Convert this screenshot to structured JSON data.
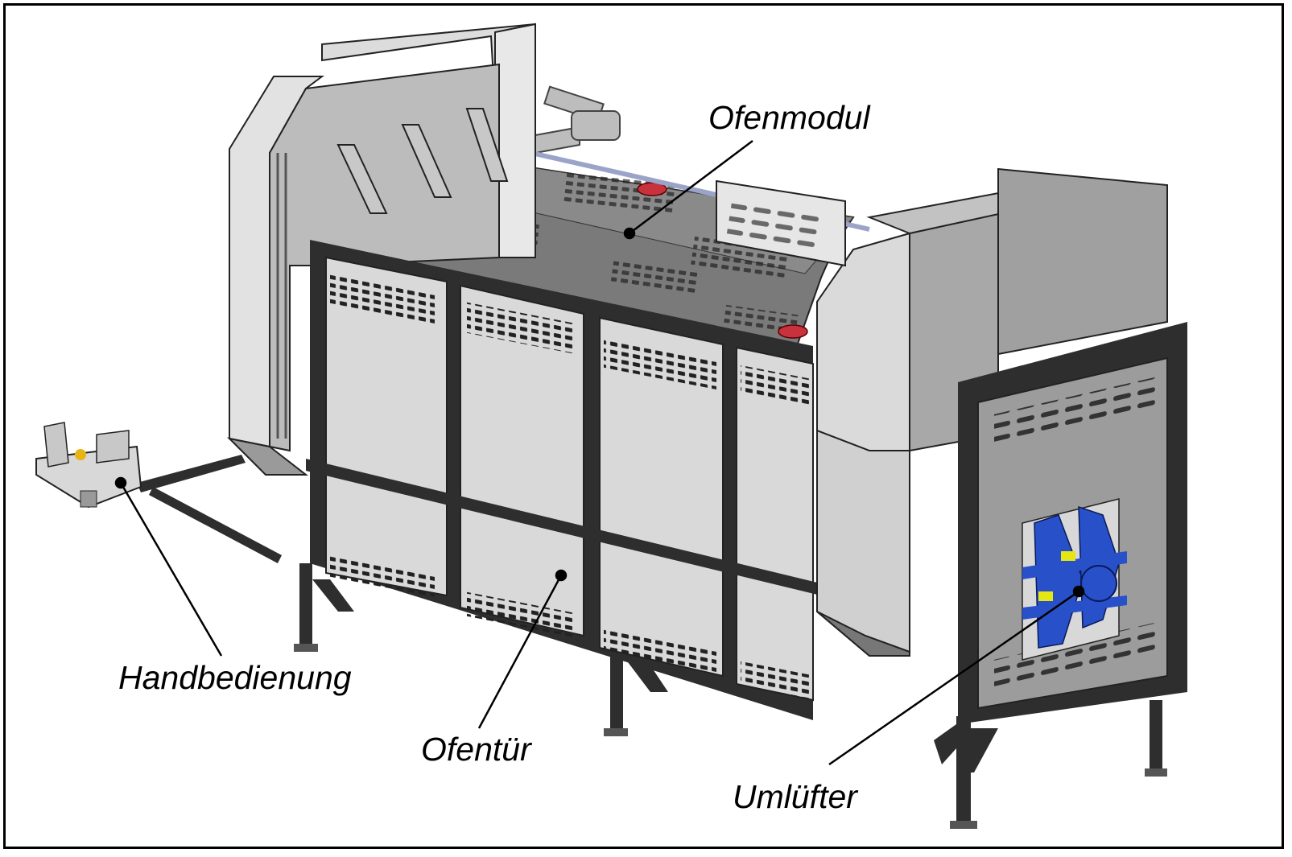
{
  "labels": {
    "oven_module": "Ofenmodul",
    "manual_control": "Handbedienung",
    "oven_door": "Ofentür",
    "circulation_fan": "Umlüfter"
  },
  "colors": {
    "frame_dark": "#2e2e2e",
    "panel_light": "#d9d9d9",
    "panel_mid": "#9a9a9a",
    "panel_dark": "#6a6a6a",
    "fan_blue": "#2850c8",
    "valve_red": "#c8323c",
    "accent_yellow": "#e6e614"
  },
  "icons": {
    "fan": "circulation-fan-icon",
    "valve": "red-valve-icon"
  }
}
